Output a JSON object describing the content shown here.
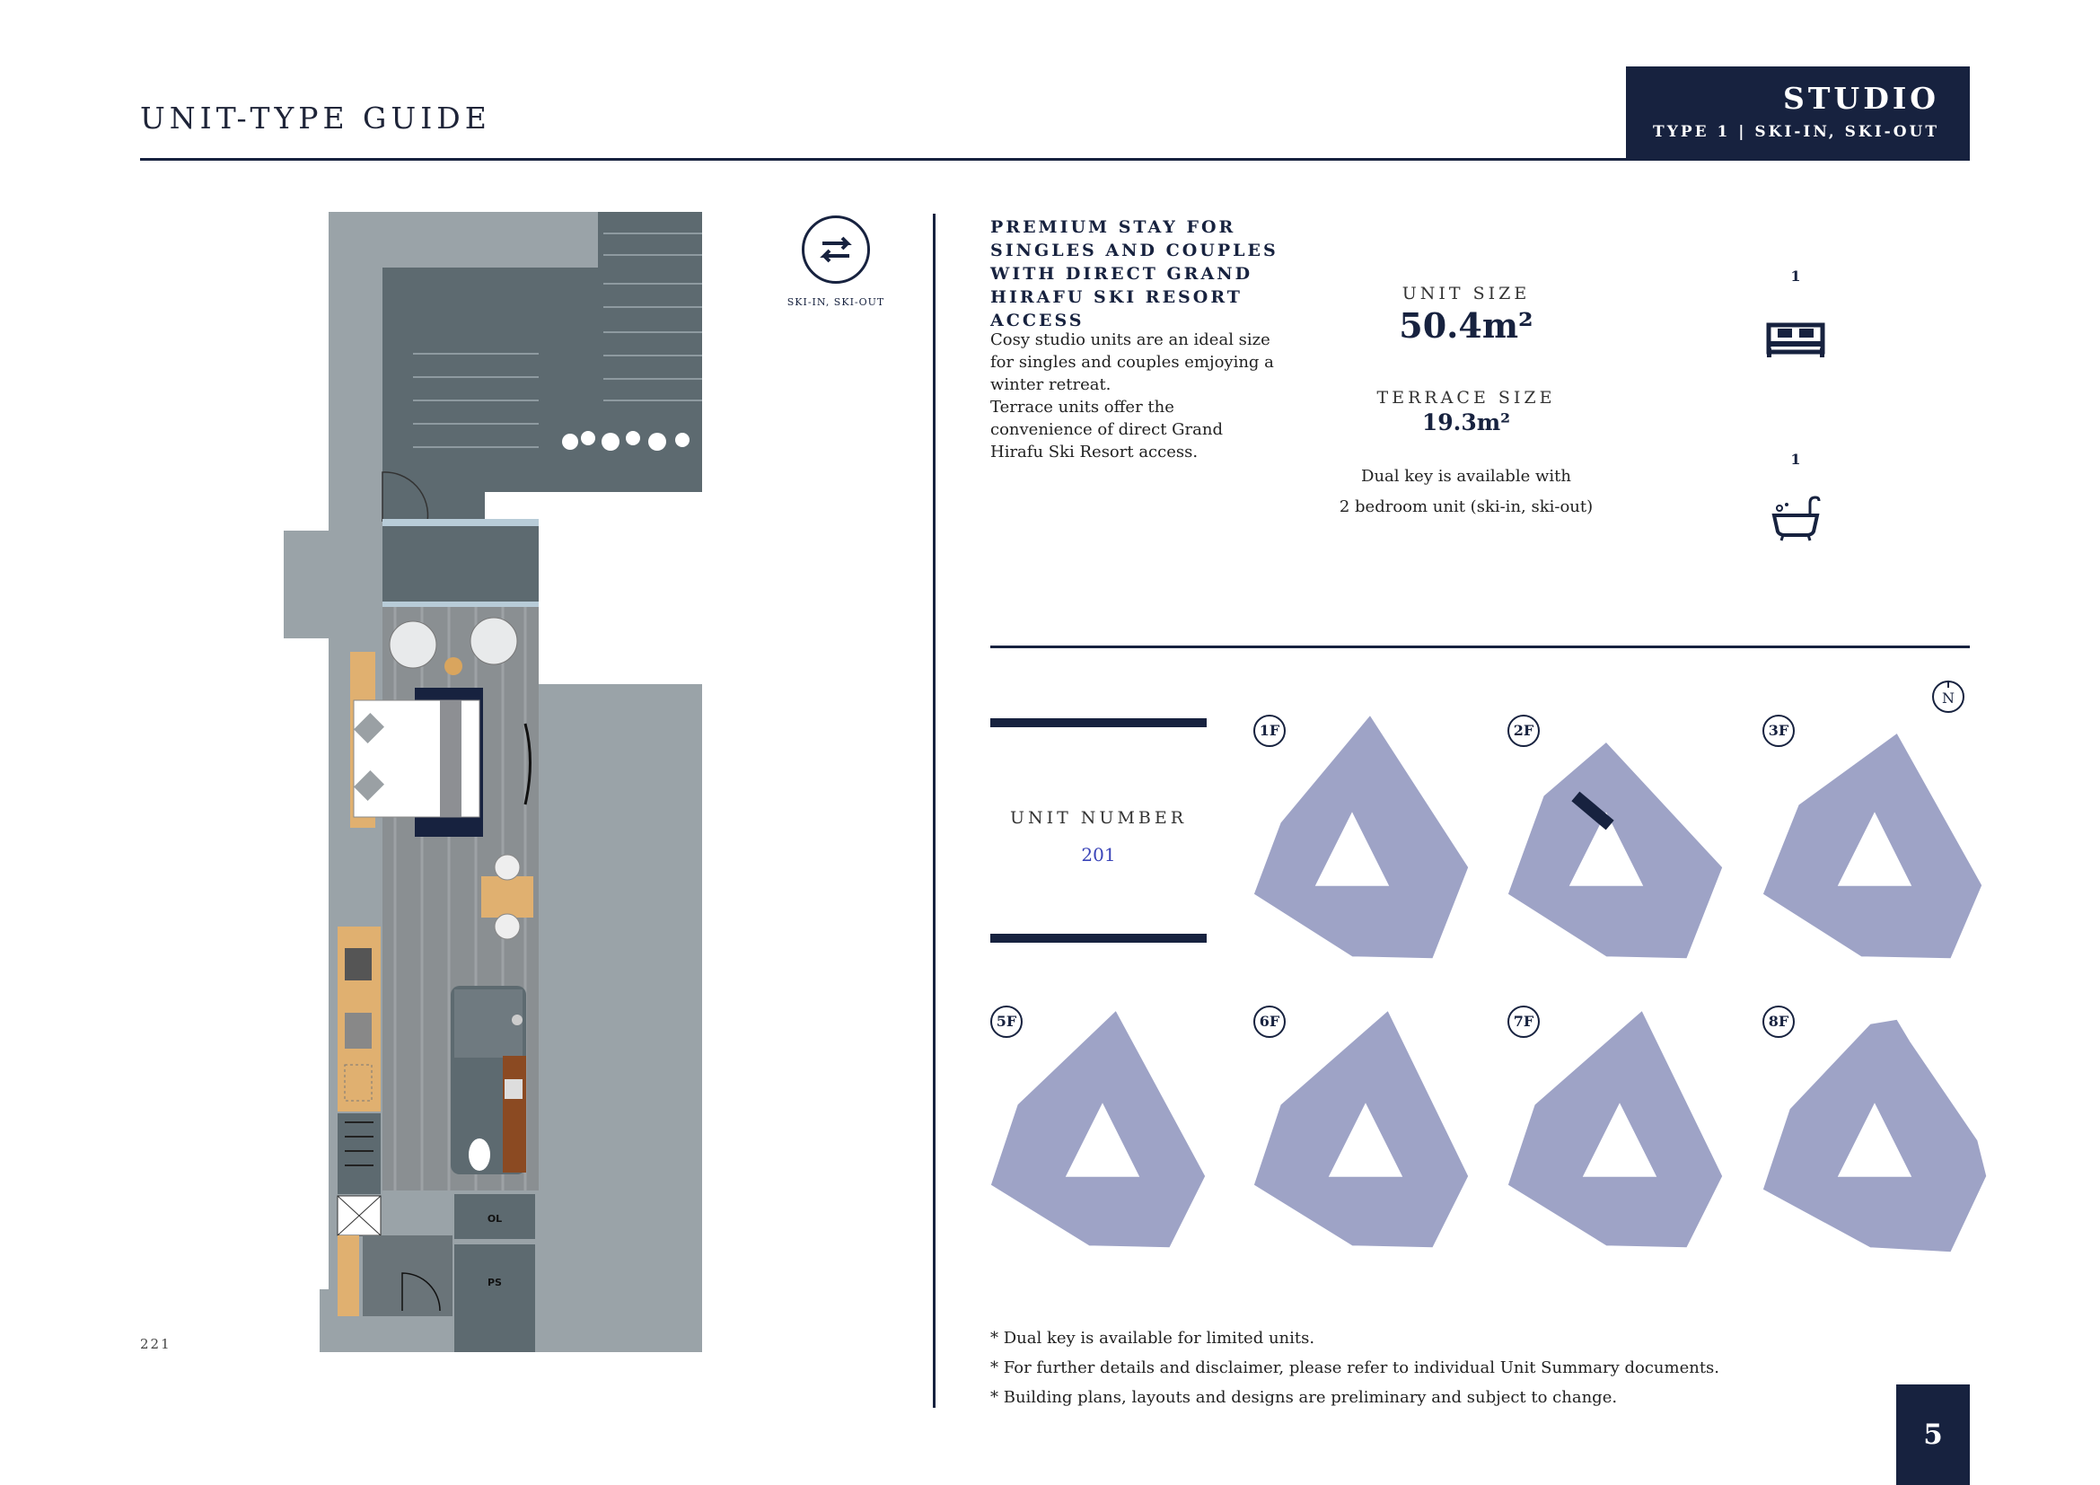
{
  "header": {
    "title": "UNIT-TYPE GUIDE",
    "unit_type": "STUDIO",
    "unit_subtitle": "TYPE 1 | SKI-IN, SKI-OUT"
  },
  "plan": {
    "labels": [
      "OL",
      "PS"
    ],
    "page_ref": "221"
  },
  "badge": {
    "label": "SKI-IN, SKI-OUT",
    "icon": "swap-arrows-icon"
  },
  "intro": {
    "tagline": "PREMIUM STAY FOR SINGLES AND COUPLES WITH DIRECT GRAND HIRAFU SKI RESORT ACCESS",
    "description": [
      "Cosy studio units are an ideal size for singles and couples emjoying a winter retreat.",
      "Terrace units offer the convenience of direct Grand Hirafu Ski Resort access."
    ]
  },
  "specs": {
    "unit_size_label": "UNIT SIZE",
    "unit_size_value": "50.4m²",
    "terrace_size_label": "TERRACE SIZE",
    "terrace_size_value": "19.3m²",
    "dual_key_line1": "Dual key is available with",
    "dual_key_line2": "2 bedroom unit (ski-in, ski-out)",
    "bedrooms": "1",
    "bathrooms": "1",
    "bed_icon": "bed-icon",
    "bath_icon": "bathtub-icon"
  },
  "unit_number": {
    "label": "UNIT NUMBER",
    "value": "201"
  },
  "floors": [
    "1F",
    "2F",
    "3F",
    "5F",
    "6F",
    "7F",
    "8F"
  ],
  "highlighted_floor": "2F",
  "north_label": "N",
  "notes": [
    "* Dual key is available for limited units.",
    "* For further details and disclaimer, please refer to individual Unit Summary documents.",
    "* Building plans, layouts and designs are preliminary and subject to change."
  ],
  "page_number": "5",
  "colors": {
    "navy": "#17223f",
    "floor_fill": "#9ea3c6",
    "floor_highlight": "#17223f",
    "plan_wall": "#9aa3a8",
    "plan_dark": "#5d6a70"
  }
}
